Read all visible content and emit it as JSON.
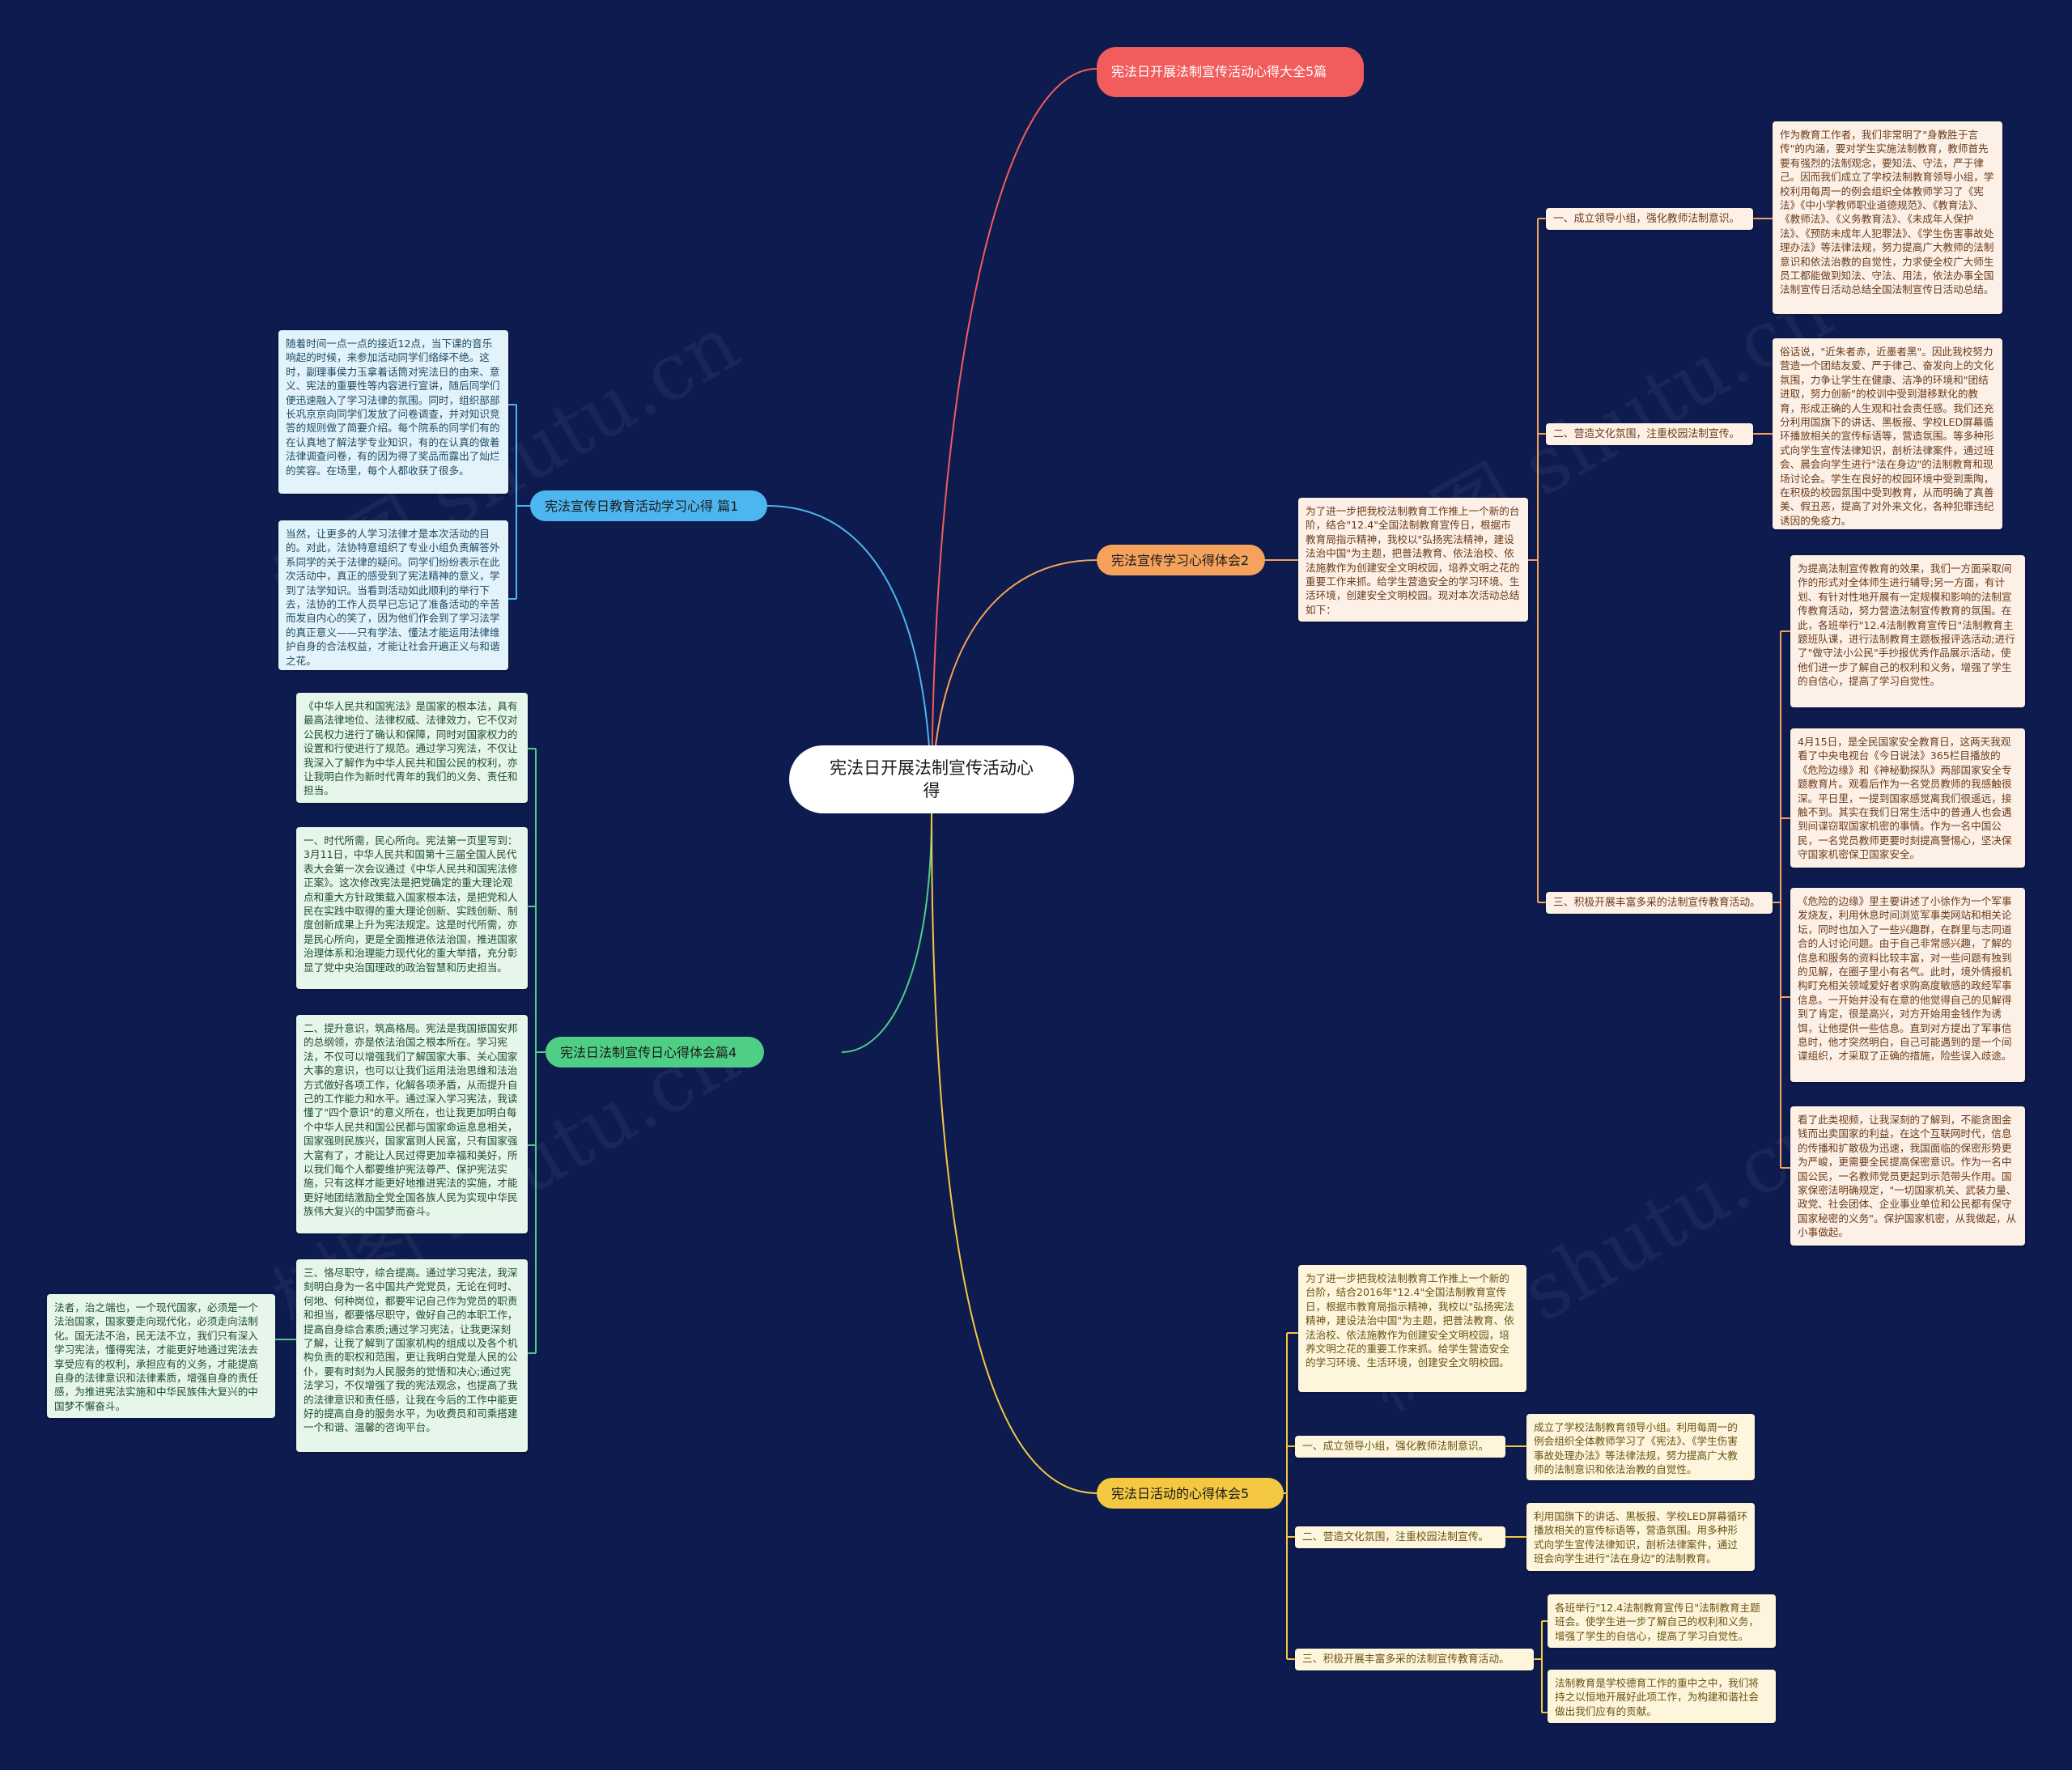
{
  "colors": {
    "background": "#0d1b4e",
    "red": "#f25c5c",
    "orange": "#f5a25c",
    "blue": "#4db6f0",
    "green": "#4fcf86",
    "yellow": "#f5c842"
  },
  "root": {
    "label": "宪法日开展法制宣传活动心得"
  },
  "branches": {
    "b1": {
      "label": "宪法日开展法制宣传活动心得大全5篇"
    },
    "b2": {
      "label": "宪法宣传学习心得体会2"
    },
    "b3": {
      "label": "宪法宣传日教育活动学习心得 篇1"
    },
    "b4": {
      "label": "宪法日法制宣传日心得体会篇4"
    },
    "b5": {
      "label": "宪法日活动的心得体会5"
    }
  },
  "b2": {
    "intro": "为了进一步把我校法制教育工作推上一个新的台阶，结合\"12.4\"全国法制教育宣传日，根据市教育局指示精神，我校以\"弘扬宪法精神，建设法治中国\"为主题，把普法教育、依法治校、依法施教作为创建安全文明校园，培养文明之花的重要工作来抓。给学生营造安全的学习环境、生活环境，创建安全文明校园。现对本次活动总结如下：",
    "s1": "一、成立领导小组，强化教师法制意识。",
    "s2": "二、营造文化氛围，注重校园法制宣传。",
    "s3": "三、积极开展丰富多采的法制宣传教育活动。",
    "t1": "作为教育工作者，我们非常明了\"身教胜于言传\"的内涵，要对学生实施法制教育，教师首先要有强烈的法制观念，要知法、守法，严于律己。因而我们成立了学校法制教育领导小组，学校利用每周一的例会组织全体教师学习了《宪法》《中小学教师职业道德规范》、《教育法》、《教师法》、《义务教育法》、《未成年人保护法》、《预防未成年人犯罪法》、《学生伤害事故处理办法》等法律法规，努力提高广大教师的法制意识和依法治教的自觉性，力求使全校广大师生员工都能做到知法、守法、用法，依法办事全国法制宣传日活动总结全国法制宣传日活动总结。",
    "t2": "俗话说，\"近朱者赤，近墨者黑\"。因此我校努力营造一个团结友爱、严于律己、奋发向上的文化氛围，力争让学生在健康、洁净的环境和\"团结进取，努力创新\"的校训中受到潜移默化的教育，形成正确的人生观和社会责任感。我们还充分利用国旗下的讲话、黑板报、学校LED屏幕循环播放相关的宣传标语等，营造氛围。等多种形式向学生宣传法律知识，剖析法律案件，通过班会、晨会向学生进行\"法在身边\"的法制教育和现场讨论会。学生在良好的校园环境中受到熏陶，在积极的校园氛围中受到教育，从而明确了真善美、假丑恶，提高了对外来文化，各种犯罪违纪诱因的免疫力。",
    "t3": "为提高法制宣传教育的效果，我们一方面采取间作的形式对全体师生进行辅导;另一方面，有计划、有针对性地开展有一定规模和影响的法制宣传教育活动，努力营造法制宣传教育的氛围。在此，各班举行\"12.4法制教育宣传日\"法制教育主题班队课，进行法制教育主题板报评选活动;进行了\"做守法小公民\"手抄报优秀作品展示活动，使他们进一步了解自己的权利和义务，增强了学生的自信心，提高了学习自觉性。",
    "t4": "4月15日，是全民国家安全教育日，这两天我观看了中央电视台《今日说法》365栏目播放的《危险边缘》和《神秘勤探队》两部国家安全专题教育片。观看后作为一名党员教师的我感触很深。平日里，一提到国家感觉离我们很遥远，接触不到。其实在我们日常生活中的普通人也会遇到间谍窃取国家机密的事情。作为一名中国公民，一名党员教师更要时刻提高警惕心，坚决保守国家机密保卫国家安全。",
    "t5": "《危险的边缘》里主要讲述了小徐作为一个军事发烧友，利用休息时间浏览军事类网站和相关论坛，同时也加入了一些兴趣群，在群里与志同道合的人讨论问题。由于自己非常感兴趣，了解的信息和服务的资料比较丰富，对一些问题有独到的见解，在圈子里小有名气。此时，境外情报机构盯充相关领域爱好者求购高度敏感的政经军事信息。一开始并没有在意的他觉得自己的见解得到了肯定，很是高兴，对方开始用金钱作为诱饵，让他提供一些信息。直到对方提出了军事信息时，他才突然明白，自己可能遇到的是一个间谍组织，才采取了正确的措施，险些误入歧途。",
    "t6": "看了此类视频，让我深刻的了解到，不能贪图金钱而出卖国家的利益，在这个互联网时代，信息的传播和扩散极为迅速，我国面临的保密形势更为严峻，更需要全民提高保密意识。作为一名中国公民，一名教师党员更起到示范带头作用。国家保密法明确规定，\"一切国家机关、武装力量、政党、社会团体、企业事业单位和公民都有保守国家秘密的义务\"。保护国家机密，从我做起，从小事做起。"
  },
  "b3": {
    "t1": "随着时间一点一点的接近12点，当下课的音乐响起的时候，来参加活动同学们络绎不绝。这时，副理事侯力玉拿着话筒对宪法日的由来、意义、宪法的重要性等内容进行宣讲，随后同学们便迅速融入了学习法律的氛围。同时，组织部部长巩京京向同学们发放了问卷调查，并对知识竞答的规则做了简要介绍。每个院系的同学们有的在认真地了解法学专业知识，有的在认真的做着法律调查问卷，有的因为得了奖品而露出了灿烂的笑容。在场里，每个人都收获了很多。",
    "t2": "当然，让更多的人学习法律才是本次活动的目的。对此，法协特意组织了专业小组负责解答外系同学的关于法律的疑问。同学们纷纷表示在此次活动中，真正的感受到了宪法精神的意义，学到了法学知识。当看到活动如此顺利的举行下去，法协的工作人员早已忘记了准备活动的辛苦而发自内心的笑了，因为他们作会到了学习法学的真正意义——只有学法、懂法才能运用法律维护自身的合法权益，才能让社会开遍正义与和谐之花。"
  },
  "b4": {
    "t1": "《中华人民共和国宪法》是国家的根本法，具有最高法律地位、法律权威、法律效力，它不仅对公民权力进行了确认和保障，同时对国家权力的设置和行使进行了规范。通过学习宪法，不仅让我深入了解作为中华人民共和国公民的权利，亦让我明白作为新时代青年的我们的义务、责任和担当。",
    "t2": "一、时代所需，民心所向。宪法第一页里写到：3月11日，中华人民共和国第十三届全国人民代表大会第一次会议通过《中华人民共和国宪法修正案》。这次修改宪法是把党确定的重大理论观点和重大方针政策载入国家根本法，是把党和人民在实践中取得的重大理论创新、实践创新、制度创新成果上升为宪法规定。这是时代所需，亦是民心所向，更是全面推进依法治国，推进国家治理体系和治理能力现代化的重大举措，充分彰显了党中央治国理政的政治智慧和历史担当。",
    "t3": "二、提升意识，筑高格局。宪法是我国振国安邦的总纲领，亦是依法治国之根本所在。学习宪法，不仅可以增强我们了解国家大事、关心国家大事的意识，也可以让我们运用法治思维和法治方式做好各项工作，化解各项矛盾，从而提升自己的工作能力和水平。通过深入学习宪法，我读懂了\"四个意识\"的意义所在，也让我更加明白每个中华人民共和国公民都与国家命运息息相关，国家强则民族兴，国家富则人民富，只有国家强大富有了，才能让人民过得更加幸福和美好，所以我们每个人都要维护宪法尊严、保护宪法实施，只有这样才能更好地推进宪法的实施，才能更好地团结激励全党全国各族人民为实现中华民族伟大复兴的中国梦而奋斗。",
    "t4": "三、恪尽职守，综合提高。通过学习宪法，我深刻明白身为一名中国共产党党员，无论在何时、何地、何种岗位，都要牢记自己作为党员的职责和担当，都要恪尽职守，做好自己的本职工作，提高自身综合素质;通过学习宪法，让我更深刻了解，让我了解到了国家机构的组成以及各个机构负责的职权和范围，更让我明白党是人民的公仆，要有时刻为人民服务的觉悟和决心;通过宪法学习，不仅增强了我的宪法观念，也提高了我的法律意识和责任感，让我在今后的工作中能更好的提高自身的服务水平，为收费员和司乘搭建一个和谐、温馨的咨询平台。",
    "t5": "法者，治之端也，一个现代国家，必须是一个法治国家，国家要走向现代化，必须走向法制化。国无法不治，民无法不立，我们只有深入学习宪法，懂得宪法，才能更好地通过宪法去享受应有的权利，承担应有的义务，才能提高自身的法律意识和法律素质，增强自身的责任感，为推进宪法实施和中华民族伟大复兴的中国梦不懈奋斗。"
  },
  "b5": {
    "intro": "为了进一步把我校法制教育工作推上一个新的台阶，结合2016年\"12.4\"全国法制教育宣传日，根据市教育局指示精神，我校以\"弘扬宪法精神，建设法治中国\"为主题，把普法教育、依法治校、依法施教作为创建安全文明校园，培养文明之花的重要工作来抓。给学生营造安全的学习环境、生活环境，创建安全文明校园。",
    "s1": "一、成立领导小组，强化教师法制意识。",
    "s2": "二、营造文化氛围，注重校园法制宣传。",
    "s3": "三、积极开展丰富多采的法制宣传教育活动。",
    "t1": "成立了学校法制教育领导小组。利用每周一的例会组织全体教师学习了《宪法》、《学生伤害事故处理办法》等法律法规，努力提高广大教师的法制意识和依法治教的自觉性。",
    "t2": "利用国旗下的讲话、黑板报、学校LED屏幕循环播放相关的宣传标语等，营造氛围。用多种形式向学生宣传法律知识，剖析法律案件，通过班会向学生进行\"法在身边\"的法制教育。",
    "t3": "各班举行\"12.4法制教育宣传日\"法制教育主题班会。使学生进一步了解自己的权利和义务，增强了学生的自信心，提高了学习自觉性。",
    "t4": "法制教育是学校德育工作的重中之中，我们将持之以恒地开展好此项工作，为构建和谐社会做出我们应有的贡献。"
  }
}
